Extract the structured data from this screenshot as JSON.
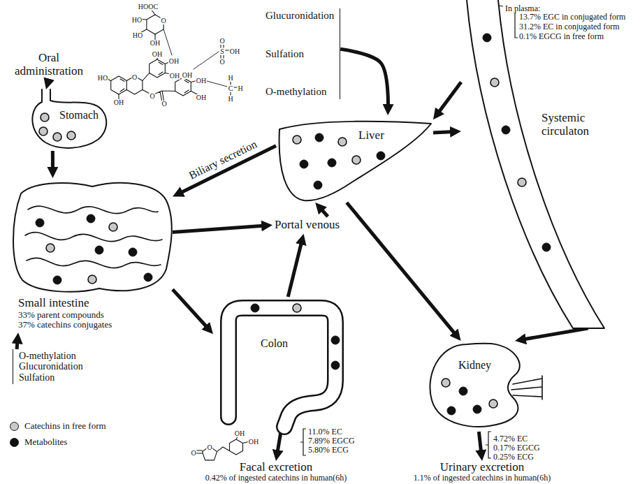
{
  "diagram": {
    "nodes": [
      {
        "text": [
          "Oral administration"
        ]
      },
      {
        "text": [
          "Stomach"
        ]
      },
      {
        "text": [
          "Glucuronidation",
          "Sulfation",
          "O-methylation"
        ]
      },
      {
        "text": [
          "Liver"
        ]
      },
      {
        "text": [
          "Systemic circulaton"
        ]
      },
      {
        "text": [
          "Small intestine",
          "33% parent compounds",
          "37% catechins conjugates"
        ]
      },
      {
        "text": [
          "Portal venous"
        ]
      },
      {
        "text": [
          "Colon"
        ]
      },
      {
        "text": [
          "Kidney"
        ]
      },
      {
        "text": [
          "O-methylation",
          "Glucuronidation",
          "Sulfation"
        ]
      },
      {
        "text": [
          "Facal excretion",
          "0.42% of ingested catechins in human(6h)"
        ]
      },
      {
        "text": [
          "Urinary excretion",
          "1.1% of ingested catechins in human(6h)"
        ]
      }
    ],
    "edges": [
      {
        "from": 0,
        "to": 1,
        "arrow": "to"
      },
      {
        "from": 1,
        "to": 5,
        "arrow": "to"
      },
      {
        "from": 2,
        "to": 3,
        "arrow": "to"
      },
      {
        "from": 4,
        "to": 3,
        "arrow": "to"
      },
      {
        "from": 3,
        "to": 4,
        "arrow": "to"
      },
      {
        "from": 3,
        "to": 5,
        "label": "Biliary secretion",
        "arrow": "to"
      },
      {
        "from": 5,
        "to": 6,
        "arrow": "to"
      },
      {
        "from": 5,
        "to": 7,
        "arrow": "to"
      },
      {
        "from": 7,
        "to": 6,
        "arrow": "to"
      },
      {
        "from": 6,
        "to": 3,
        "arrow": "to"
      },
      {
        "from": 3,
        "to": 8,
        "arrow": "to"
      },
      {
        "from": 4,
        "to": 8,
        "arrow": "to"
      },
      {
        "from": 9,
        "to": 5,
        "arrow": "to"
      },
      {
        "from": 7,
        "to": 10,
        "arrow": "to"
      },
      {
        "from": 8,
        "to": 11,
        "arrow": "to"
      }
    ],
    "labels": [
      "HOOC",
      "O",
      "HO",
      "HO",
      "OH",
      "HO",
      "O",
      "OH",
      "OH",
      "OH",
      "OH",
      "O",
      "O",
      "OH",
      "OH",
      "OH",
      "O",
      "S",
      "OH",
      "O",
      "H",
      "C",
      "H",
      "H",
      "In plasma:",
      "13.7% EGC in conjugated form",
      "31.2% EC in conjugated form",
      "0.1% EGCG in free form",
      "O",
      "O",
      "OH",
      "OH",
      "11.0% EC",
      "7.89% EGCG",
      "5.80% ECG",
      "4.72% EC",
      "0.17% EGCG",
      "0.25% ECG"
    ],
    "legend": [
      {
        "text": "Catechins in free form",
        "color": "#c8c8c8"
      },
      {
        "text": "Metabolites",
        "color": "#111111"
      }
    ]
  }
}
